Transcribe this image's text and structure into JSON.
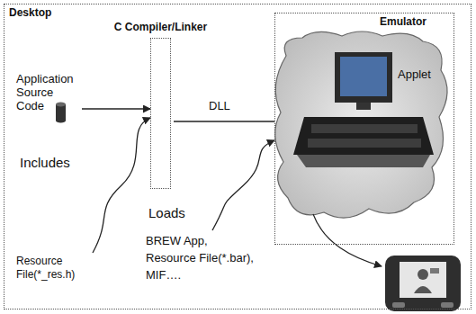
{
  "diagram": {
    "nodes": [
      {
        "text": [
          "Desktop"
        ]
      },
      {
        "text": [
          "Application Source Code"
        ],
        "in": 0
      },
      {
        "text": [
          "C Compiler/Linker"
        ],
        "in": 0
      },
      {
        "text": [
          "Emulator"
        ],
        "in": 0
      },
      {
        "text": [
          "Resource File(*_res.h)"
        ],
        "in": 0
      },
      {
        "text": [
          "BREW App, Resource File(*.bar), MIF…."
        ],
        "in": 0
      }
    ],
    "edges": [
      {
        "from": 1,
        "to": 2,
        "arrow": "to"
      },
      {
        "from": 4,
        "to": 2,
        "label": "Includes",
        "arrow": "to"
      },
      {
        "from": 2,
        "to": 3,
        "label": "DLL",
        "arrow": "none"
      },
      {
        "from": 5,
        "to": 3,
        "label": "Loads",
        "arrow": "to"
      }
    ],
    "labels": [
      "Applet"
    ]
  }
}
